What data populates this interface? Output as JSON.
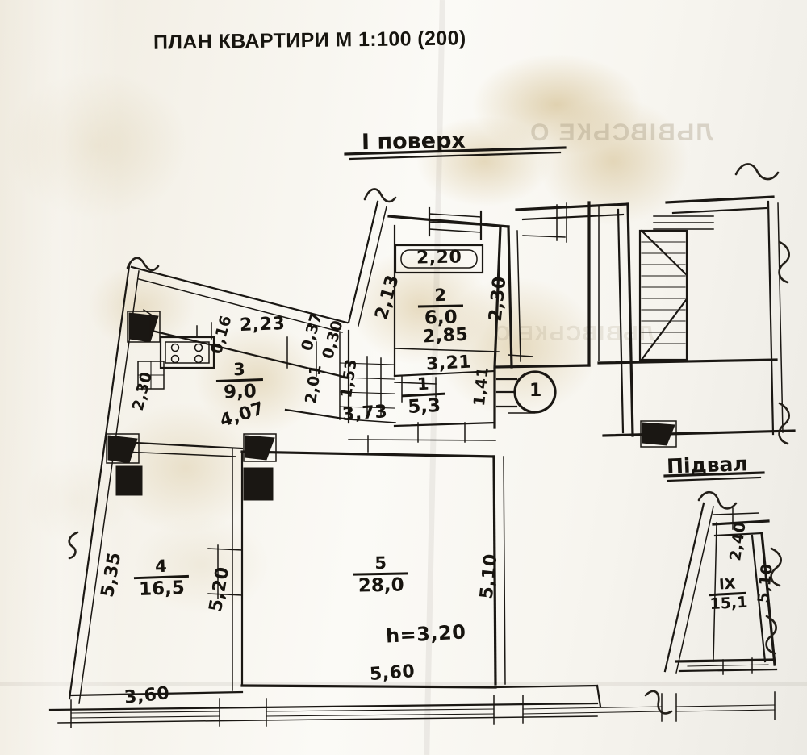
{
  "document": {
    "title": "ПЛАН КВАРТИРИ М 1:100 (200)",
    "scale": "1:100 (200)",
    "type": "apartment-floor-plan",
    "medium": "scanned-paper-blueprint"
  },
  "background": {
    "paper_color": "#f5f2ea",
    "ink_color": "#1a1713",
    "stain_color": "#c5a868",
    "bleed_through_text": "ЛЬВІВСЬКЕ О"
  },
  "sections": [
    {
      "id": "floor",
      "label": "I поверх",
      "underlined": true
    },
    {
      "id": "basement",
      "label": "Підвал",
      "underlined": true
    }
  ],
  "markers": [
    {
      "id": "section-marker-1",
      "label": "1",
      "shape": "circle"
    }
  ],
  "rooms": [
    {
      "id": "room-1",
      "number": "1",
      "area": "5,3"
    },
    {
      "id": "room-2",
      "number": "2",
      "area": "6,0"
    },
    {
      "id": "room-3",
      "number": "3",
      "area": "9,0"
    },
    {
      "id": "room-4",
      "number": "4",
      "area": "16,5"
    },
    {
      "id": "room-5",
      "number": "5",
      "area": "28,0"
    },
    {
      "id": "room-ix",
      "number": "IX",
      "area": "15,1"
    }
  ],
  "notes": [
    {
      "id": "ceiling-height",
      "text": "h=3,20"
    },
    {
      "id": "bath-label",
      "text": "2,20"
    }
  ],
  "dimensions": {
    "room3": [
      "2,23",
      "0,16",
      "0,37",
      "0,30",
      "2,01",
      "1,53",
      "4,07",
      "2,30"
    ],
    "room2": [
      "2,13",
      "2,30",
      "2,85",
      "3,21"
    ],
    "room1": [
      "1,53",
      "3,73",
      "1,41"
    ],
    "room4": [
      "5,35",
      "5,20",
      "3,60"
    ],
    "room5": [
      "5,10",
      "5,60"
    ],
    "basement": [
      "2,40",
      "5,10"
    ]
  },
  "labels": {
    "d_223": "2,23",
    "d_016": "0,16",
    "d_037": "0,37",
    "d_030": "0,30",
    "d_201": "2,01",
    "d_153": "1,53",
    "d_407": "4,07",
    "d_230": "2,30",
    "d_213": "2,13",
    "d_230b": "2,30",
    "d_285": "2,85",
    "d_321": "3,21",
    "d_373": "3,73",
    "d_141": "1,41",
    "d_535": "5,35",
    "d_520": "5,20",
    "d_360": "3,60",
    "d_510": "5,10",
    "d_560": "5,60",
    "d_240": "2,40",
    "d_510b": "5,10"
  }
}
